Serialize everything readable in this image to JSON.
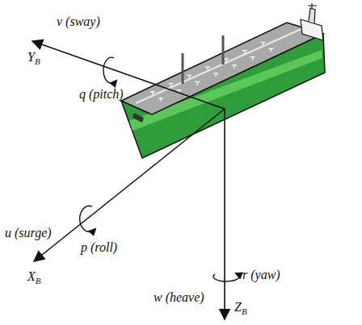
{
  "diagram": {
    "labels": [
      "v (sway)",
      "YB",
      "q (pitch)",
      "u (surge)",
      "p (roll)",
      "XB",
      "r (yaw)",
      "w (heave)",
      "ZB"
    ]
  }
}
